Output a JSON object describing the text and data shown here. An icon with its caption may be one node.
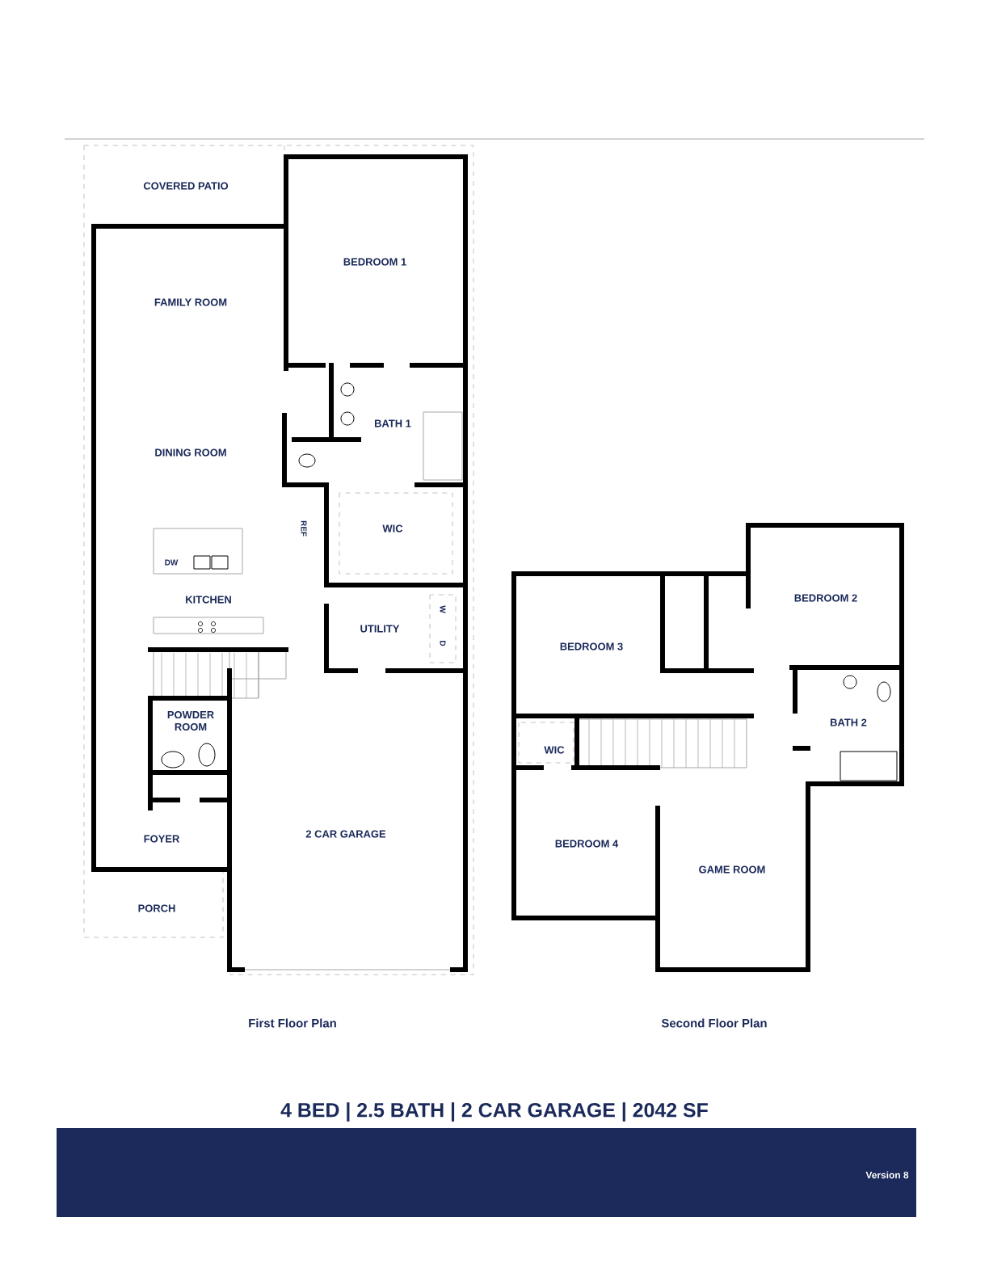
{
  "diagram": {
    "labels": [
      "COVERED PATIO",
      "BEDROOM 1",
      "FAMILY ROOM",
      "BATH 1",
      "DINING ROOM",
      "REF",
      "WIC",
      "DW",
      "KITCHEN",
      "UTILITY",
      "W",
      "D",
      "POWDER ROOM",
      "FOYER",
      "2 CAR GARAGE",
      "PORCH",
      "BEDROOM 2",
      "BEDROOM 3",
      "BATH 2",
      "WIC",
      "BEDROOM 4",
      "GAME ROOM",
      "First Floor Plan",
      "Second Floor Plan",
      "4 BED | 2.5 BATH | 2 CAR GARAGE | 2042 SF",
      "Version 8"
    ]
  }
}
